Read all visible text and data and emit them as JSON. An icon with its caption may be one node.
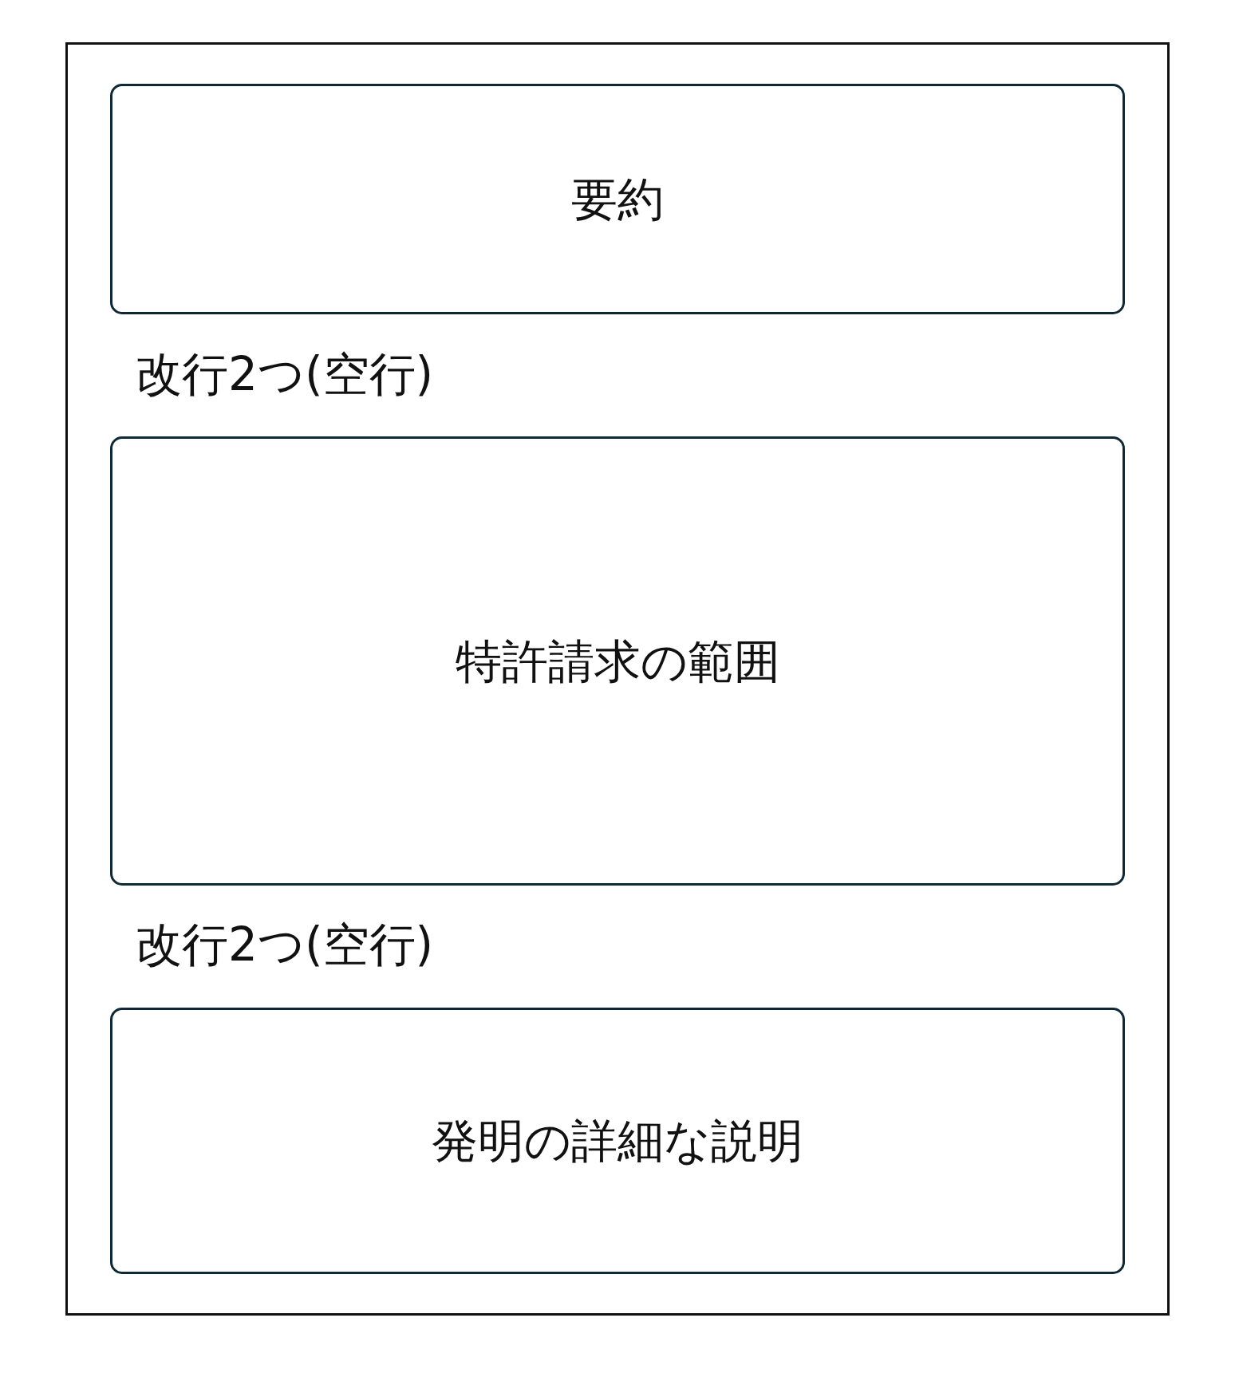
{
  "diagram": {
    "nodes": [
      {
        "text": [],
        "shape": "box"
      },
      {
        "text": [
          "要約"
        ],
        "in": 0
      },
      {
        "text": [
          "特許請求の範囲"
        ],
        "in": 0
      },
      {
        "text": [
          "発明の詳細な説明"
        ],
        "in": 0
      }
    ],
    "labels": [
      "改行2つ(空行)",
      "改行2つ(空行)"
    ]
  }
}
